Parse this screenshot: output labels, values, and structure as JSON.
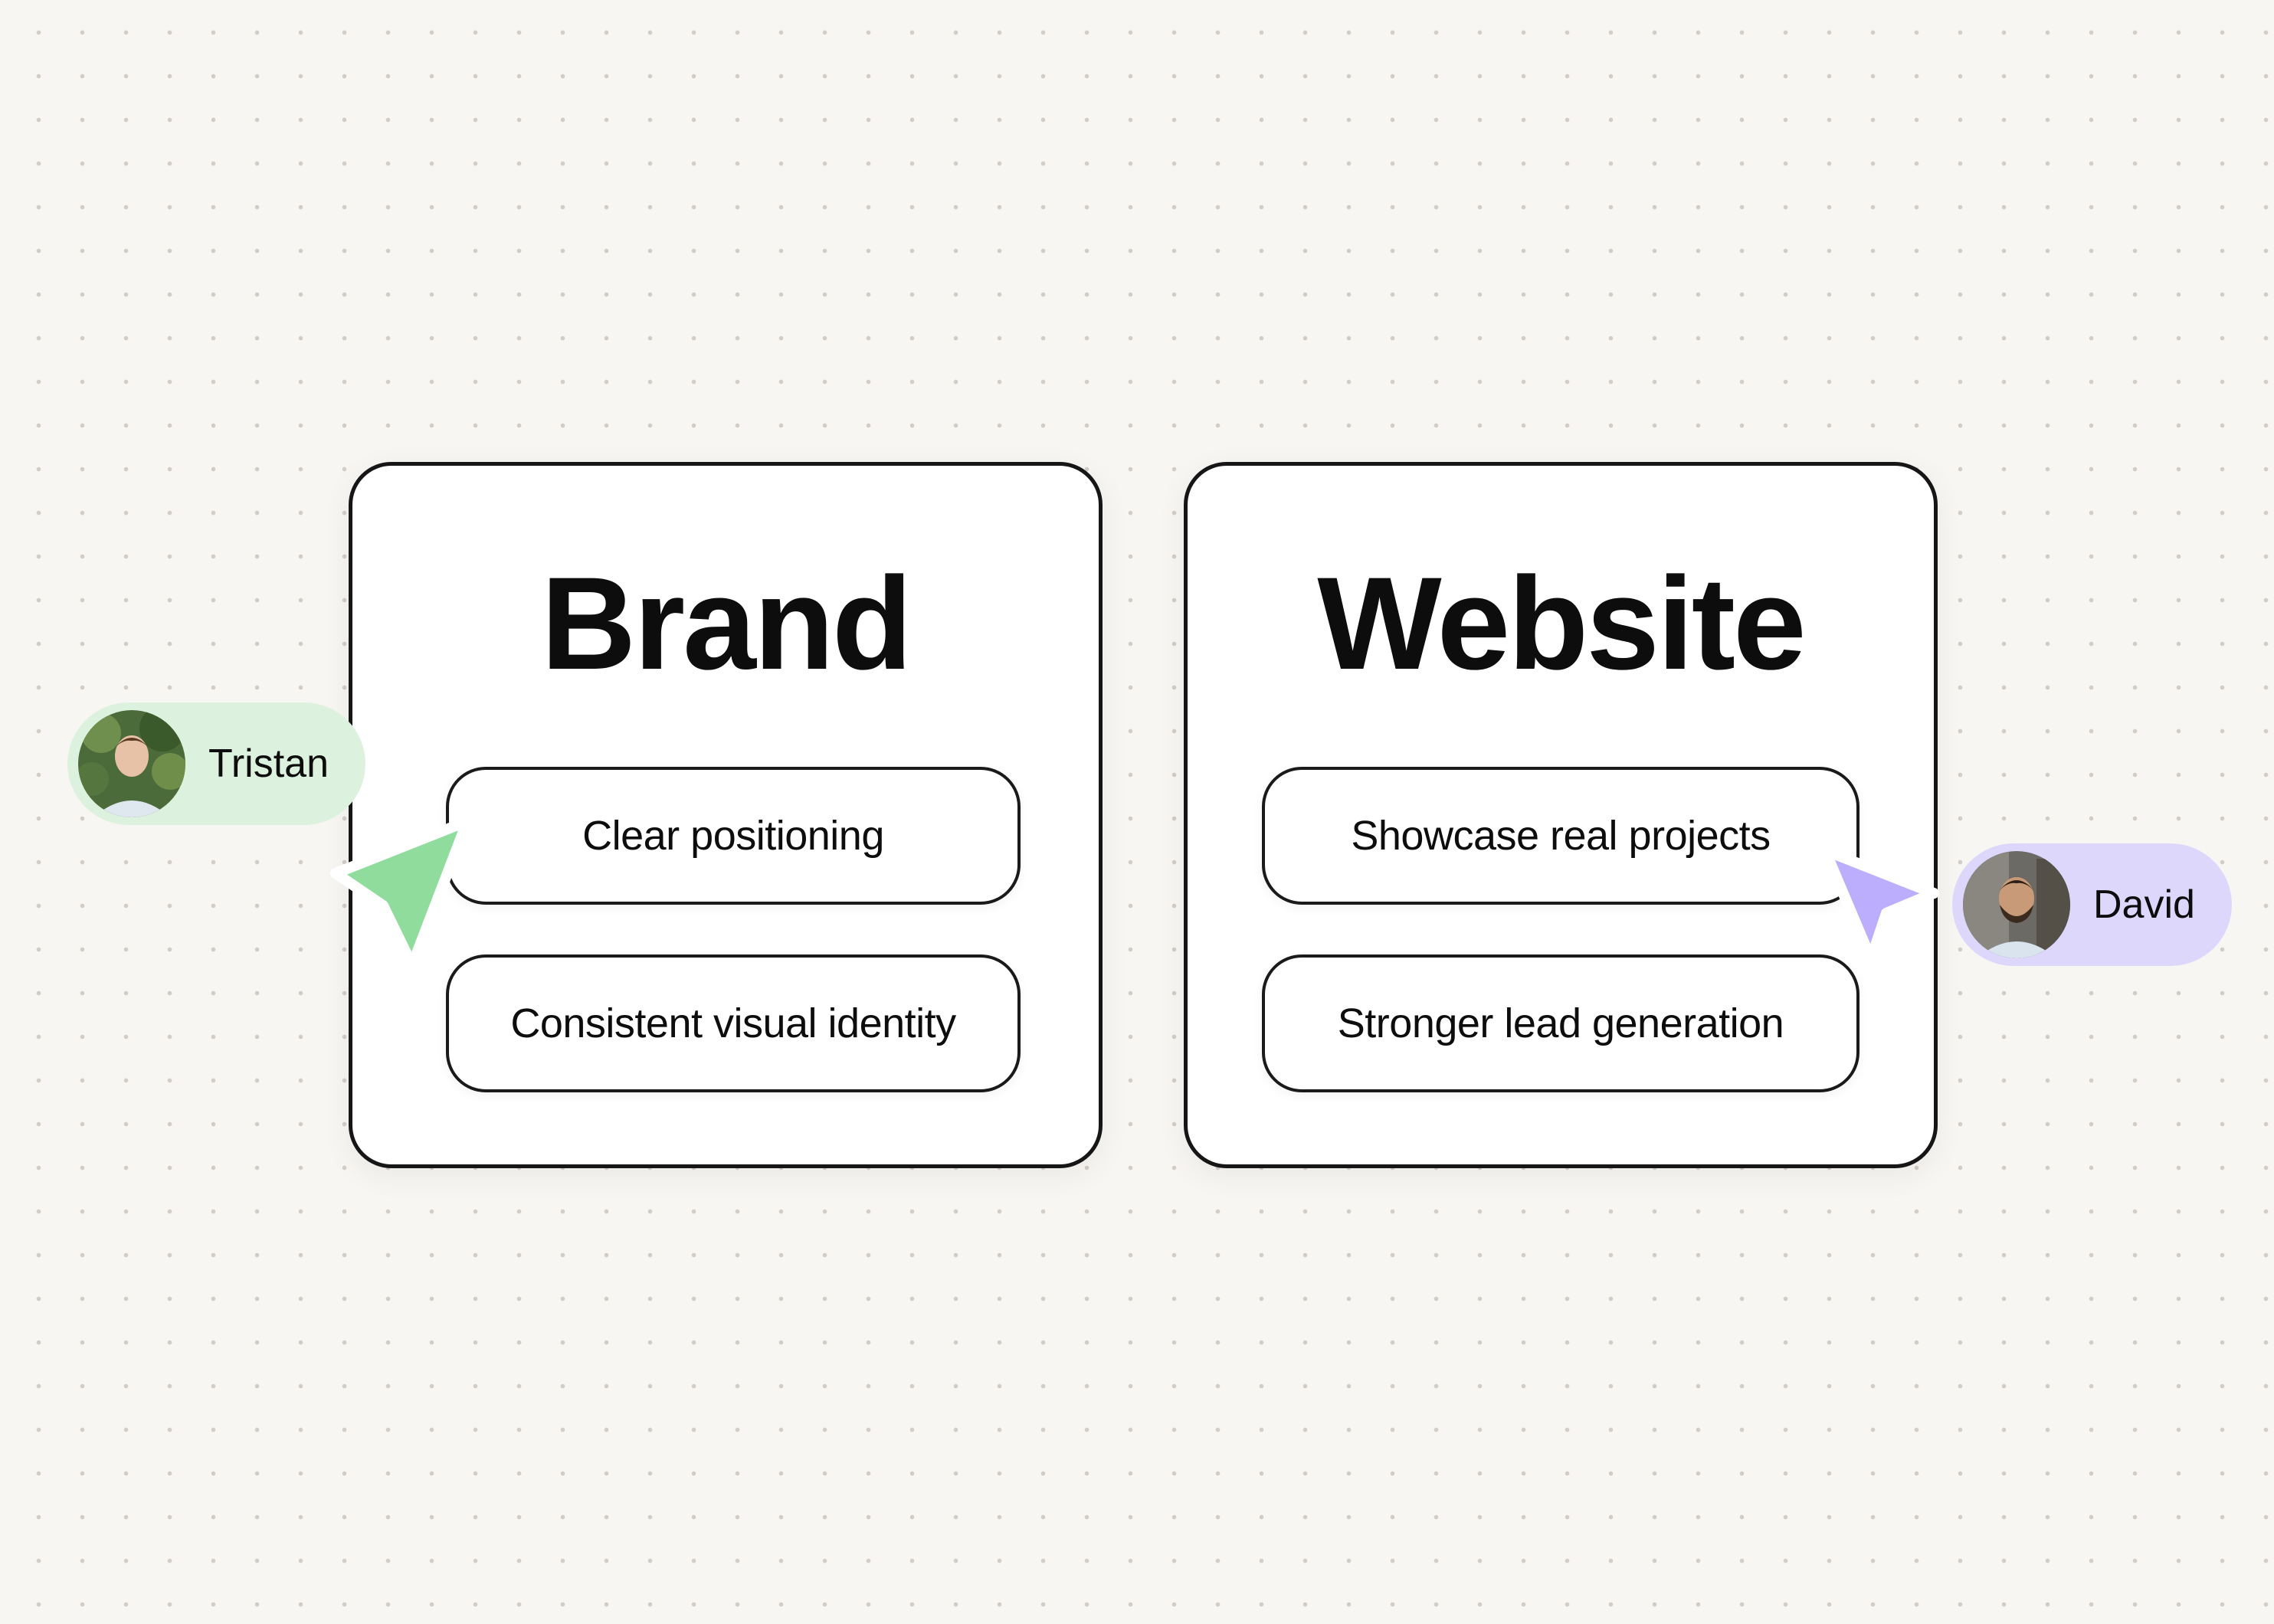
{
  "cards": [
    {
      "title": "Brand",
      "items": [
        "Clear positioning",
        "Consistent visual identity"
      ]
    },
    {
      "title": "Website",
      "items": [
        "Showcase real projects",
        "Stronger lead generation"
      ]
    }
  ],
  "collaborators": [
    {
      "name": "Tristan",
      "color": "#8fdc9c",
      "tag_color": "#ddf1df",
      "icon": "cursor-arrow-icon"
    },
    {
      "name": "David",
      "color": "#bcaefc",
      "tag_color": "#ddd8fb",
      "icon": "cursor-arrow-icon"
    }
  ],
  "colors": {
    "background": "#f8f6f2",
    "card_border": "#161616",
    "text": "#0d0d0d"
  }
}
